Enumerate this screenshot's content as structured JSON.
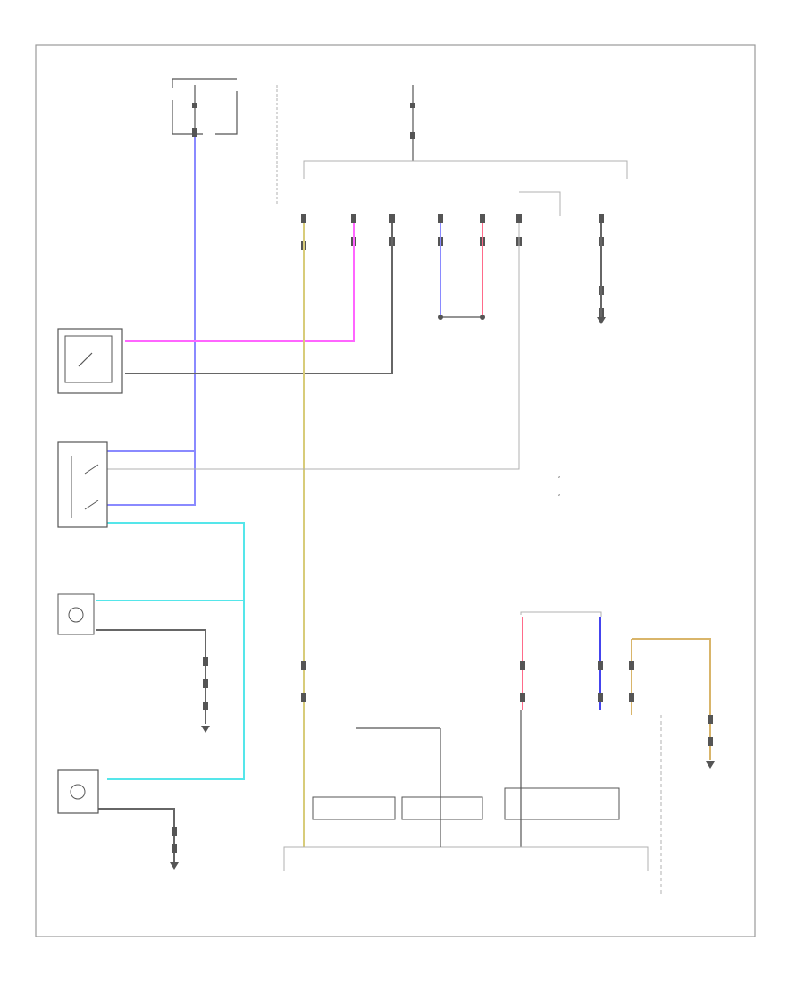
{
  "diagram": {
    "title": "",
    "footer_code": "",
    "legend": [
      {
        "key": "Z",
        "label": ""
      },
      {
        "key": "Z",
        "label": ""
      }
    ],
    "colors": {
      "violet": "#8a8aff",
      "pink": "#ff66ff",
      "black": "#666666",
      "yellow": "#d8cc7a",
      "cyan": "#55e6ea",
      "red": "#ff6b8a",
      "blue": "#4444ee",
      "tan": "#d9b56a",
      "gray": "#b0b0b0"
    },
    "components": [
      {
        "id": "fuse-box-left",
        "label": ""
      },
      {
        "id": "fuse-box-center",
        "label": ""
      },
      {
        "id": "fuse-box-right",
        "label": ""
      },
      {
        "id": "tail-light-switch",
        "label": ""
      },
      {
        "id": "brake-switch",
        "label": ""
      },
      {
        "id": "left-tail-light",
        "label": ""
      },
      {
        "id": "right-tail-light",
        "label": ""
      },
      {
        "id": "ground-center",
        "label": ""
      },
      {
        "id": "ground-right",
        "label": ""
      },
      {
        "id": "ground-lower-left",
        "label": ""
      },
      {
        "id": "ground-bottom",
        "label": ""
      },
      {
        "id": "ground-far-right",
        "label": ""
      },
      {
        "id": "data-link",
        "label": ""
      },
      {
        "id": "diagnosis-connector",
        "label": ""
      },
      {
        "id": "can-line-upper",
        "label": ""
      },
      {
        "id": "can-line-lower",
        "label": ""
      },
      {
        "id": "power-circuit",
        "label": ""
      },
      {
        "id": "stop-circuit",
        "label": ""
      },
      {
        "id": "can-transceiver",
        "label": ""
      },
      {
        "id": "can-circuit",
        "label": ""
      },
      {
        "id": "control-module",
        "label": ""
      }
    ]
  }
}
